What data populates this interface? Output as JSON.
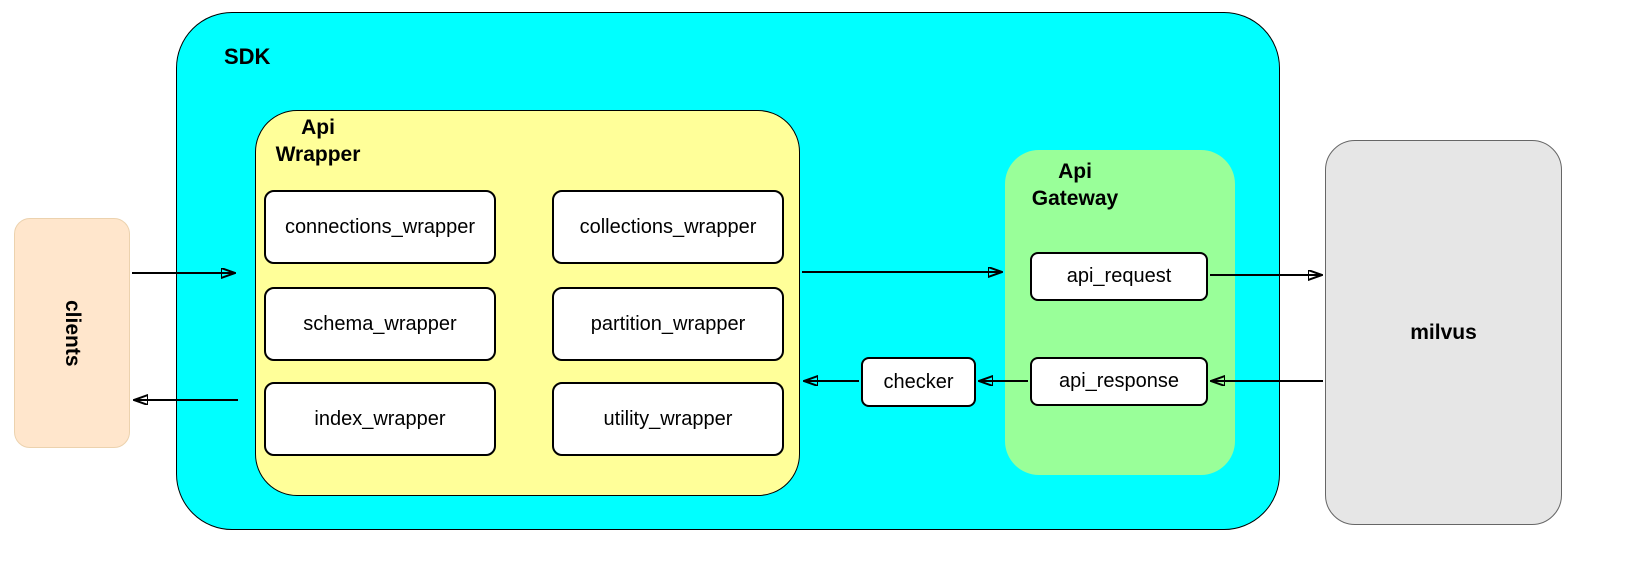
{
  "diagram": {
    "nodes": {
      "clients": {
        "label": "clients",
        "fill": "#ffe6cc"
      },
      "sdk": {
        "label": "SDK",
        "fill": "#00ffff"
      },
      "api_wrapper": {
        "label": "Api\nWrapper",
        "fill": "#ffff99",
        "boxes": [
          "connections_wrapper",
          "collections_wrapper",
          "schema_wrapper",
          "partition_wrapper",
          "index_wrapper",
          "utility_wrapper"
        ]
      },
      "checker": {
        "label": "checker",
        "fill": "#ffffff"
      },
      "api_gateway": {
        "label": "Api\nGateway",
        "fill": "#99ff99",
        "boxes": [
          "api_request",
          "api_response"
        ]
      },
      "milvus": {
        "label": "milvus",
        "fill": "#e6e6e6"
      }
    },
    "edges": [
      {
        "from": "clients",
        "to": "api_wrapper"
      },
      {
        "from": "api_wrapper",
        "to": "api_gateway"
      },
      {
        "from": "api_request",
        "to": "milvus"
      },
      {
        "from": "milvus",
        "to": "api_response"
      },
      {
        "from": "api_response",
        "to": "checker"
      },
      {
        "from": "checker",
        "to": "api_wrapper"
      },
      {
        "from": "sdk",
        "to": "clients"
      }
    ]
  }
}
